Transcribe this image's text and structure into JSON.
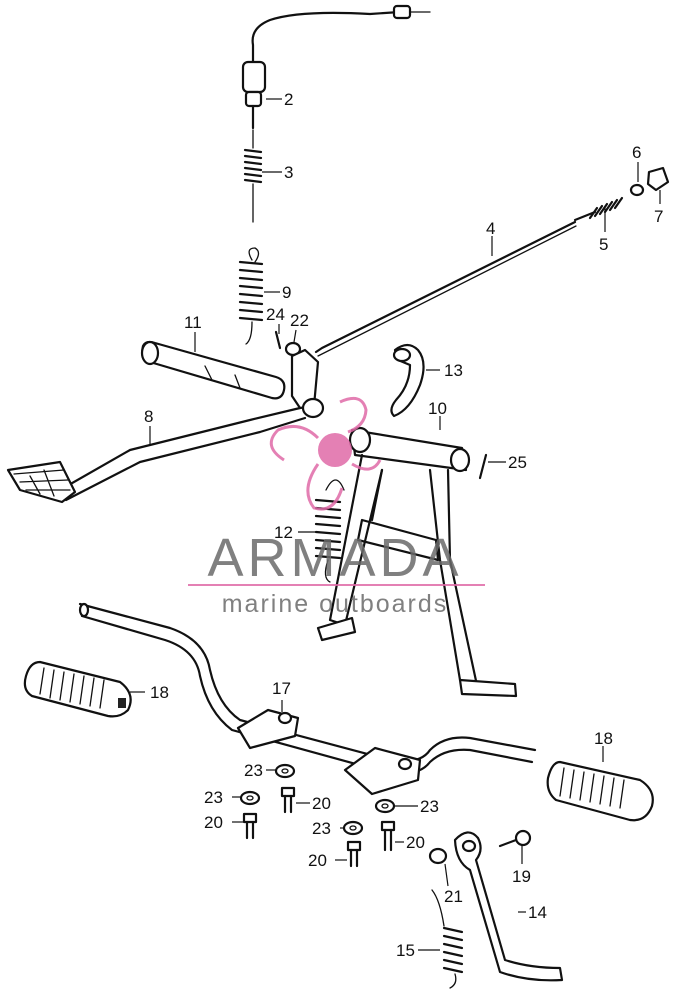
{
  "diagram": {
    "callouts": [
      "2",
      "3",
      "4",
      "5",
      "6",
      "7",
      "8",
      "9",
      "10",
      "11",
      "12",
      "13",
      "14",
      "15",
      "17",
      "18",
      "18",
      "19",
      "20",
      "20",
      "20",
      "20",
      "21",
      "22",
      "23",
      "23",
      "23",
      "23",
      "24",
      "25"
    ]
  },
  "watermark": {
    "brand": "ARMADA",
    "tagline": "marine outboards",
    "accent": "#e06aa8",
    "text_color": "#6a6a6a"
  },
  "colors": {
    "line": "#111111",
    "background": "#ffffff"
  }
}
